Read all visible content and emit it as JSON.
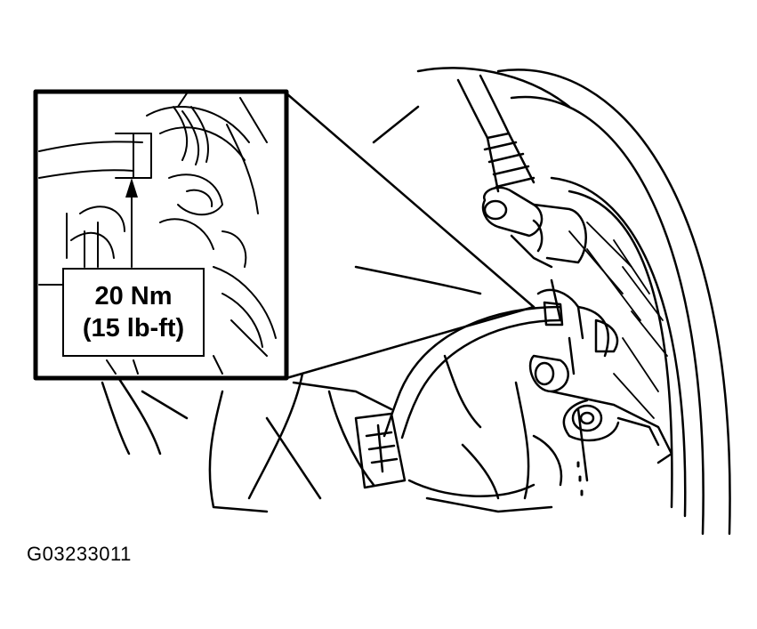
{
  "callout": {
    "torque_metric": "20 Nm",
    "torque_imperial": "(15 lb-ft)"
  },
  "figure": {
    "id": "G03233011"
  },
  "colors": {
    "line": "#000000",
    "background": "#ffffff"
  },
  "icons": [
    "torque-arrow-icon"
  ]
}
